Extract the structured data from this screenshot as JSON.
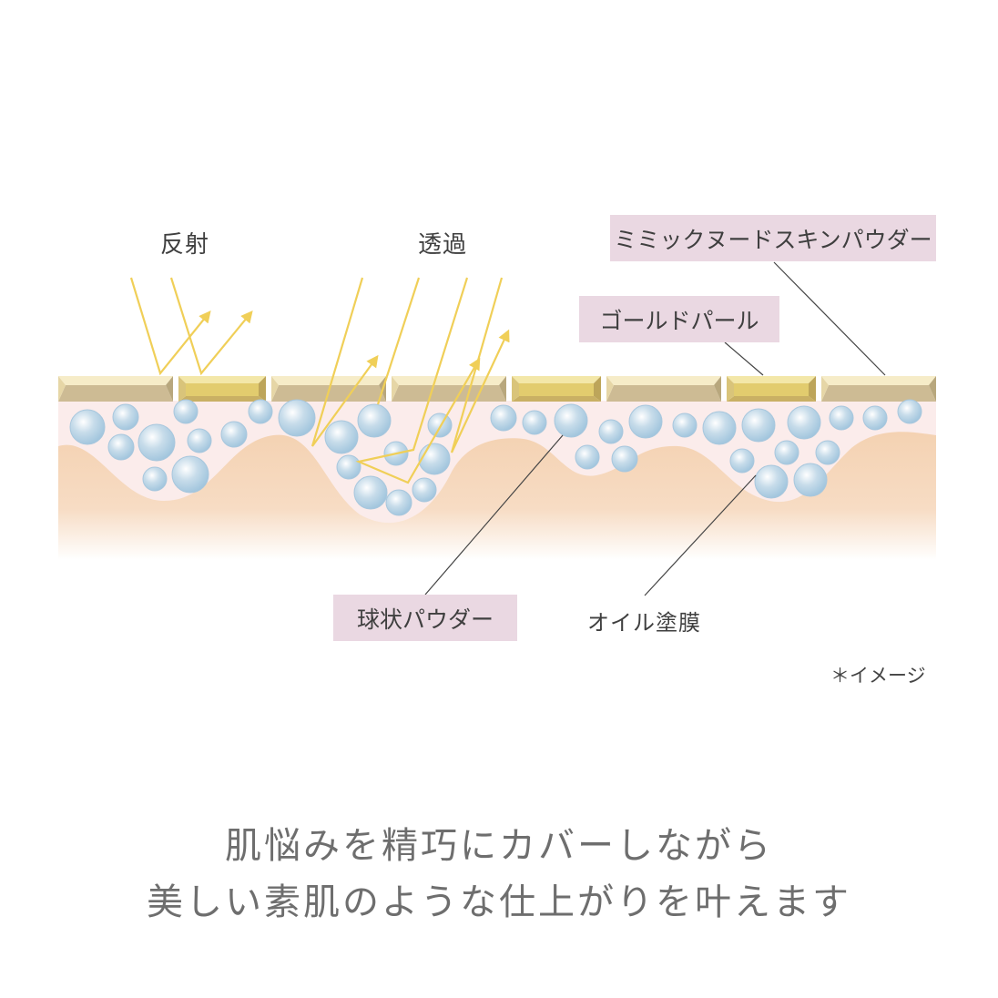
{
  "labels": {
    "reflection": "反射",
    "transmission": "透過",
    "skin_powder": "ミミックヌードスキンパウダー",
    "gold_pearl": "ゴールドパール",
    "spherical_powder": "球状パウダー",
    "oil_film": "オイル塗膜",
    "image_note": "＊イメージ"
  },
  "caption": {
    "line1": "肌悩みを精巧にカバーしながら",
    "line2": "美しい素肌のような仕上がりを叶えます"
  },
  "colors": {
    "ray": "#f0cf58",
    "gold_plate": "#e9d98a",
    "cream_plate": "#f6ecc8",
    "plate_bevel": "#c9b78f",
    "sphere": "#aacbe2",
    "oil": "#fbeceb",
    "skin": "#f4d2b2",
    "tag_bg": "#ead8e2"
  }
}
